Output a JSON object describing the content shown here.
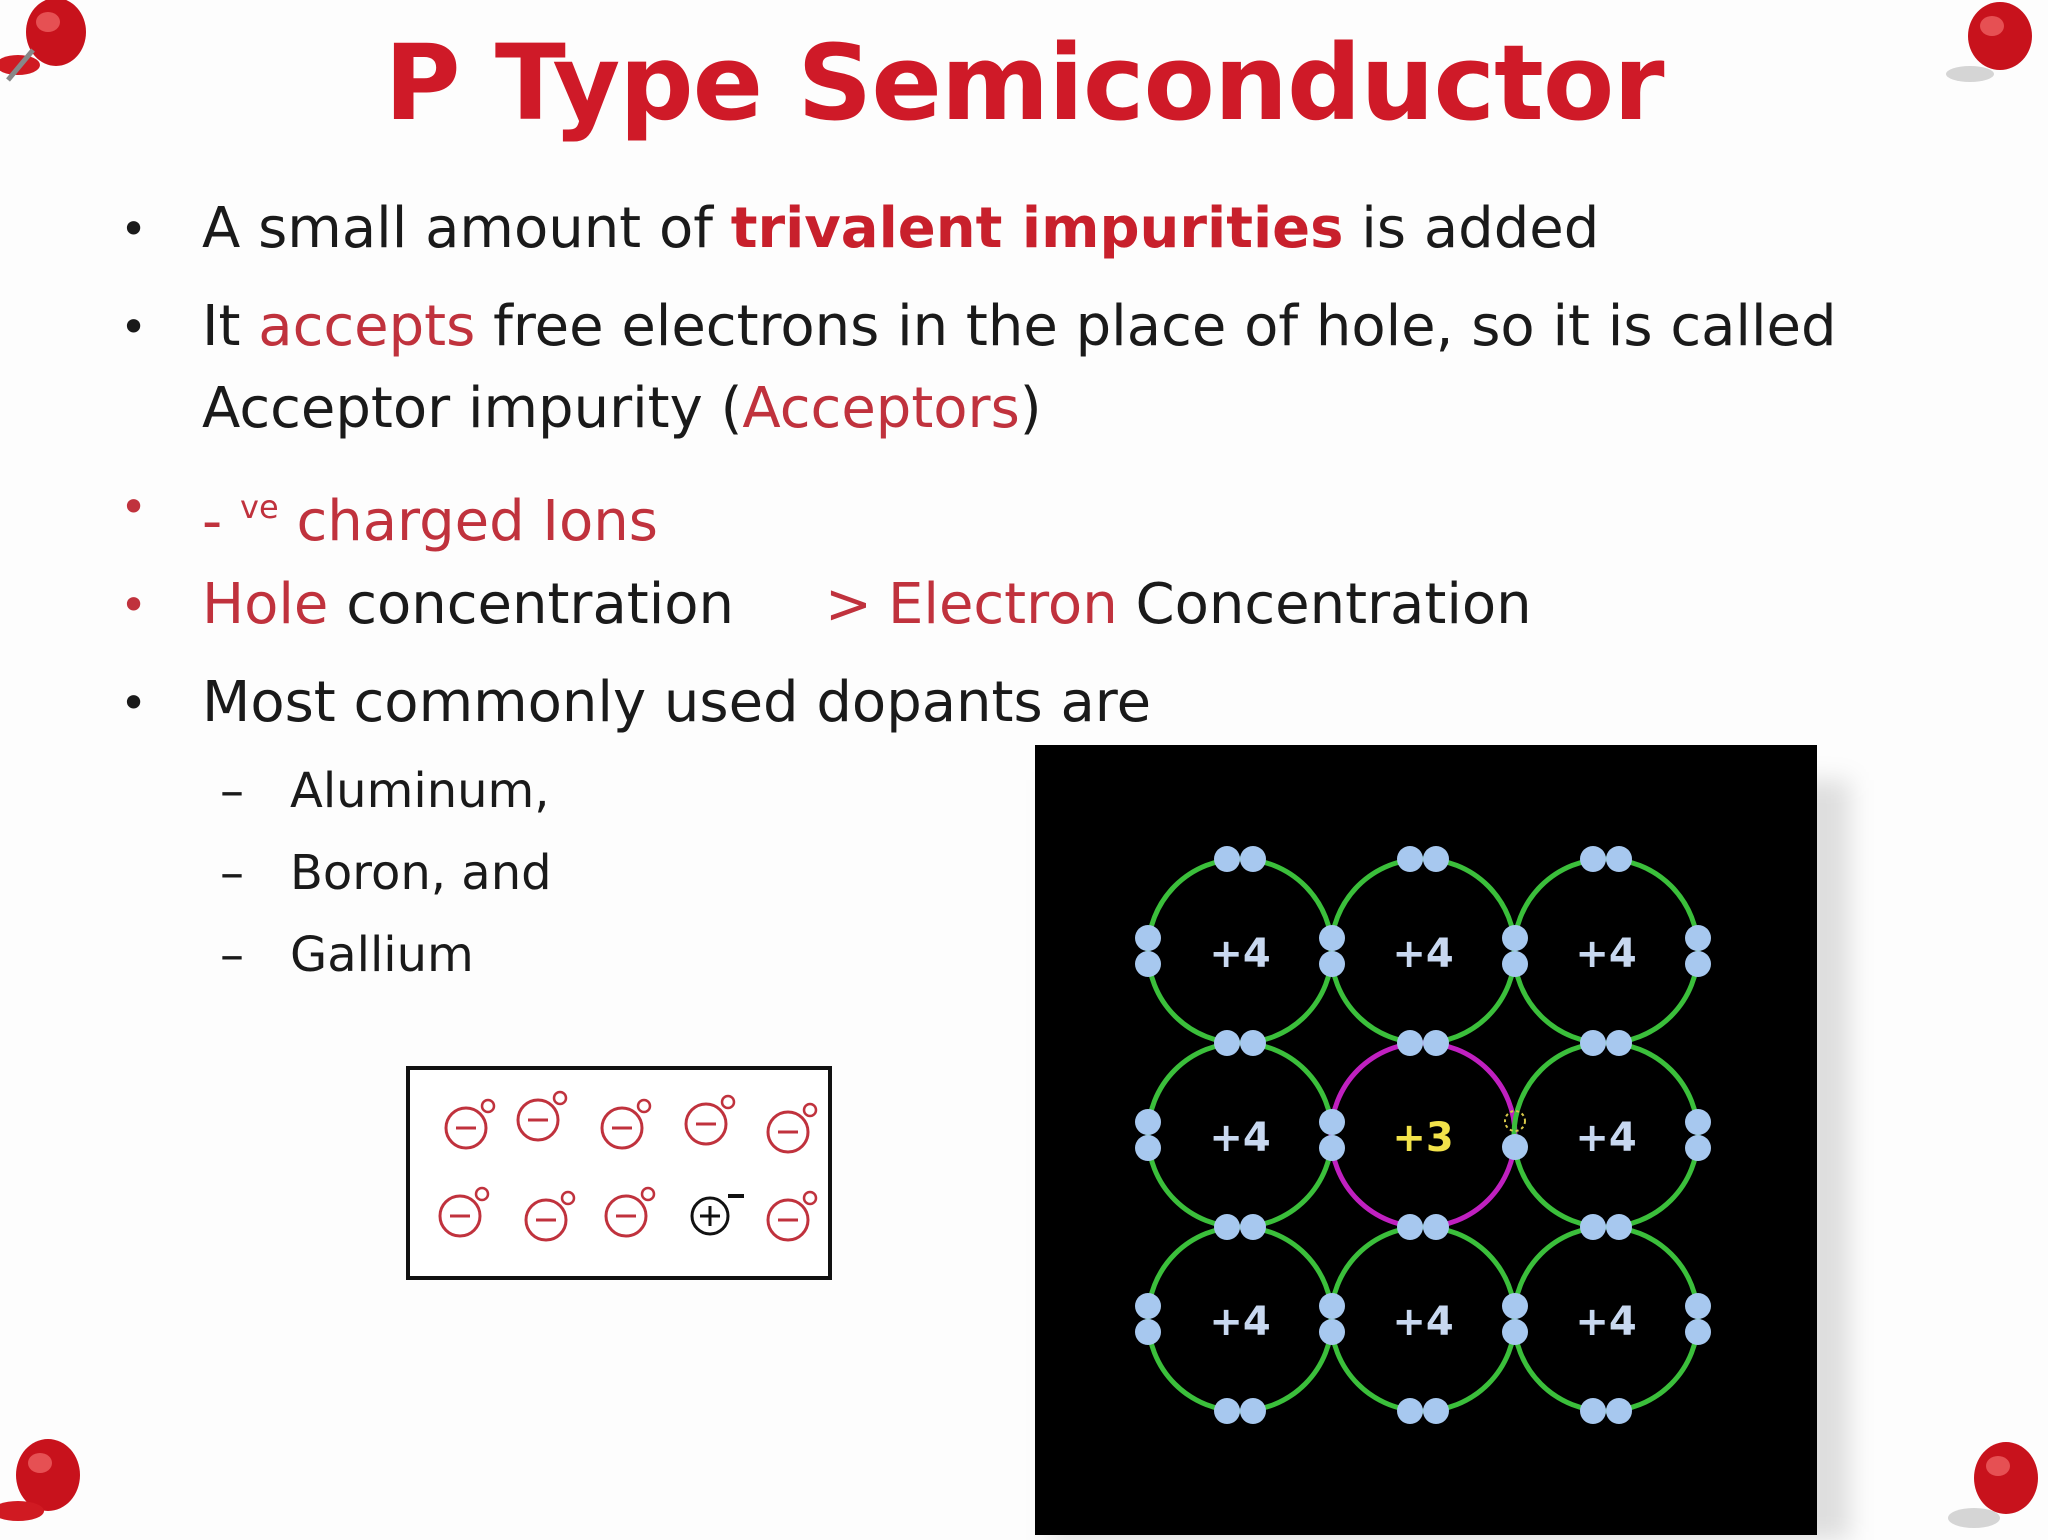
{
  "title": "P Type Semiconductor",
  "bullets": {
    "b1": {
      "pre": "A small amount of ",
      "highlight": "trivalent impurities",
      "post": " is added"
    },
    "b2": {
      "pre": "It ",
      "highlight": "accepts",
      "post": " free electrons in the place of hole, so it is called"
    },
    "b2_line2": {
      "pre": "Acceptor impurity (",
      "highlight": "Acceptors",
      "post": ")"
    },
    "b3": {
      "dash": "- ",
      "sup": "ve",
      "rest": " charged Ions"
    },
    "b4": {
      "hole": "Hole",
      "concentration": " concentration",
      "gt": ">",
      "electron": "Electron",
      "conc2": " Concentration"
    },
    "b5": "Most commonly used dopants are"
  },
  "bullet_symbol": "•",
  "dopants": [
    "Aluminum,",
    "Boron, and",
    "Gallium"
  ],
  "dash_symbol": "–",
  "lattice": {
    "outer_charge": "+4",
    "center_charge": "+3"
  },
  "ion_box": {
    "minus_symbol": "⊖",
    "plus_symbol": "⊕"
  },
  "colors": {
    "title": "#cf1a28",
    "highlight": "#c0323d",
    "lattice_bg": "#000000",
    "ring": "#3bbf3b",
    "center_ring": "#c020c0",
    "electron": "#a7c8ef",
    "center_label": "#f2e24a"
  }
}
